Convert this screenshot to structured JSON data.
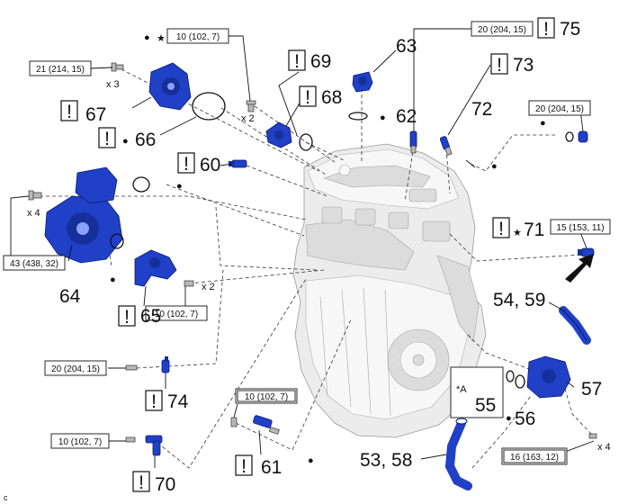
{
  "callouts": {
    "n53_58": "53, 58",
    "n54_59": "54, 59",
    "n55": "55",
    "n56": "56",
    "n57": "57",
    "n60": "60",
    "n61": "61",
    "n62": "62",
    "n63": "63",
    "n64": "64",
    "n65": "65",
    "n66": "66",
    "n67": "67",
    "n68": "68",
    "n69": "69",
    "n70": "70",
    "n71": "71",
    "n72": "72",
    "n73": "73",
    "n74": "74",
    "n75": "75"
  },
  "torque": {
    "t_10_top": "10 (102, 7)",
    "t_21": "21 (214, 15)",
    "t_20_75": "20 (204, 15)",
    "t_20_72": "20 (204, 15)",
    "t_15": "15 (153, 11)",
    "t_43": "43 (438, 32)",
    "t_10_65": "10 (102, 7)",
    "t_20_74": "20 (204, 15)",
    "t_10_61": "10 (102, 7)",
    "t_10_70": "10 (102, 7)",
    "t_16": "16 (163, 12)"
  },
  "quantities": {
    "x3": "x 3",
    "x2_68": "x 2",
    "x4_left": "x 4",
    "x2_65": "x 2",
    "x4_right": "x 4"
  },
  "markers": {
    "caution": "!",
    "star": "★",
    "bullet": "●",
    "asterisk_a": "*A",
    "figure_code": "c"
  },
  "colors": {
    "part_blue": "#2040c8",
    "part_outline": "#0a1a70",
    "engine_gray": "#ececec"
  },
  "icons": {
    "caution": "exclamation-box-icon",
    "new_part": "filled-dot-icon",
    "precoated": "star-icon",
    "view_direction": "arrow-icon"
  }
}
